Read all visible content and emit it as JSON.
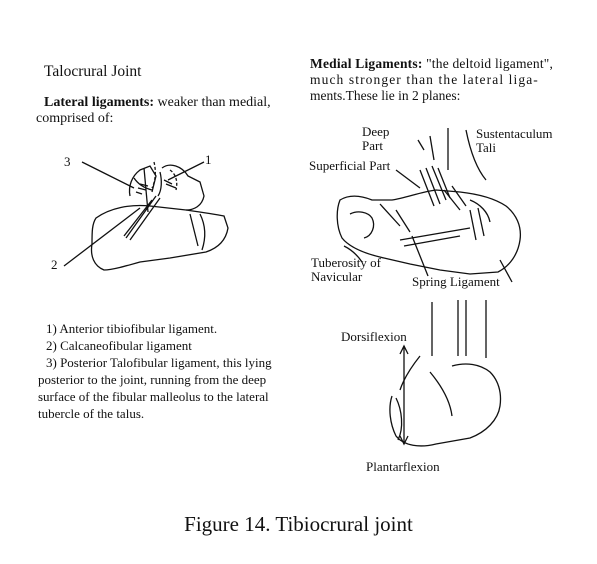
{
  "left_title": "Talocrural Joint",
  "lateral": {
    "heading": "Lateral ligaments:",
    "text": " weaker than medial,",
    "continuation": "comprised of:"
  },
  "medial": {
    "heading": "Medial Ligaments:",
    "line1_text": " \"the deltoid ligament\",",
    "line2": "much stronger than the lateral liga-",
    "line3": "ments.These lie in 2 planes:"
  },
  "lateral_diagram_labels": [
    "1",
    "2",
    "3"
  ],
  "medial_diagram_labels": {
    "deep_part": "Deep Part",
    "superficial_part": "Superficial Part",
    "sustentaculum_tali": "Sustentaculum Tali",
    "tuberosity_navicular": "Tuberosity of Navicular",
    "spring_ligament": "Spring Ligament"
  },
  "motion_labels": {
    "dorsiflexion": "Dorsiflexion",
    "plantarflexion": "Plantarflexion"
  },
  "ligament_list": [
    "1) Anterior tibiofibular ligament.",
    "2) Calcaneofibular ligament",
    "3)  Posterior Talofibular ligament, this lying",
    "posterior to the joint, running from the deep",
    "surface of the fibular malleolus to the lateral",
    "tubercle of the talus."
  ],
  "caption": "Figure 14. Tibiocrural joint"
}
